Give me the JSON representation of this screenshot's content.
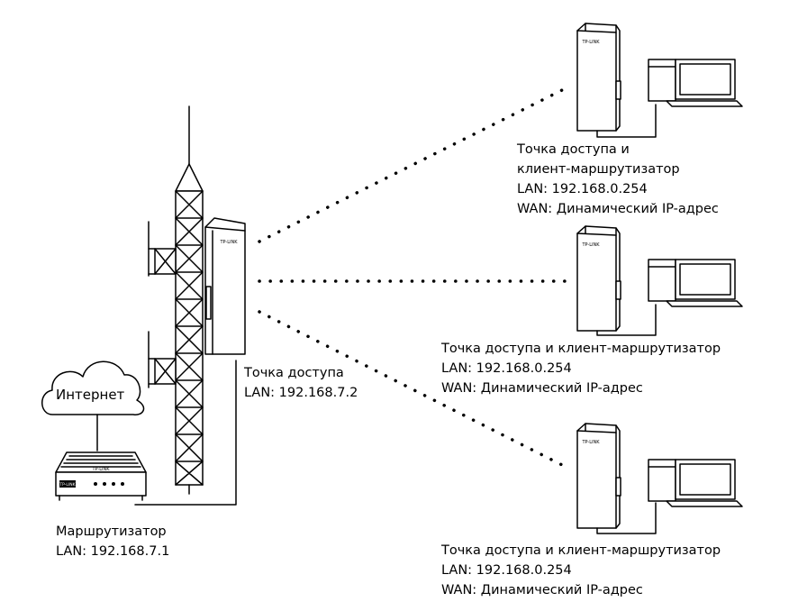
{
  "cloud": {
    "label": "Интернет"
  },
  "router": {
    "brand": "TP-LINK",
    "title": "Маршрутизатор",
    "lan": "LAN: 192.168.7.1"
  },
  "main_ap": {
    "brand": "TP-LINK",
    "title": "Точка доступа",
    "lan": "LAN: 192.168.7.2"
  },
  "clients": [
    {
      "brand": "TP-LINK",
      "lines": [
        "Точка доступа и",
        "клиент-маршрутизатор",
        "LAN: 192.168.0.254",
        "WAN: Динамический IP-адрес"
      ]
    },
    {
      "brand": "TP-LINK",
      "lines": [
        "Точка доступа и клиент-маршрутизатор",
        "LAN: 192.168.0.254",
        "WAN:  Динамический IP-адрес"
      ]
    },
    {
      "brand": "TP-LINK",
      "lines": [
        "Точка доступа и клиент-маршрутизатор",
        "LAN: 192.168.0.254",
        "WAN:  Динамический IP-адрес"
      ]
    }
  ]
}
